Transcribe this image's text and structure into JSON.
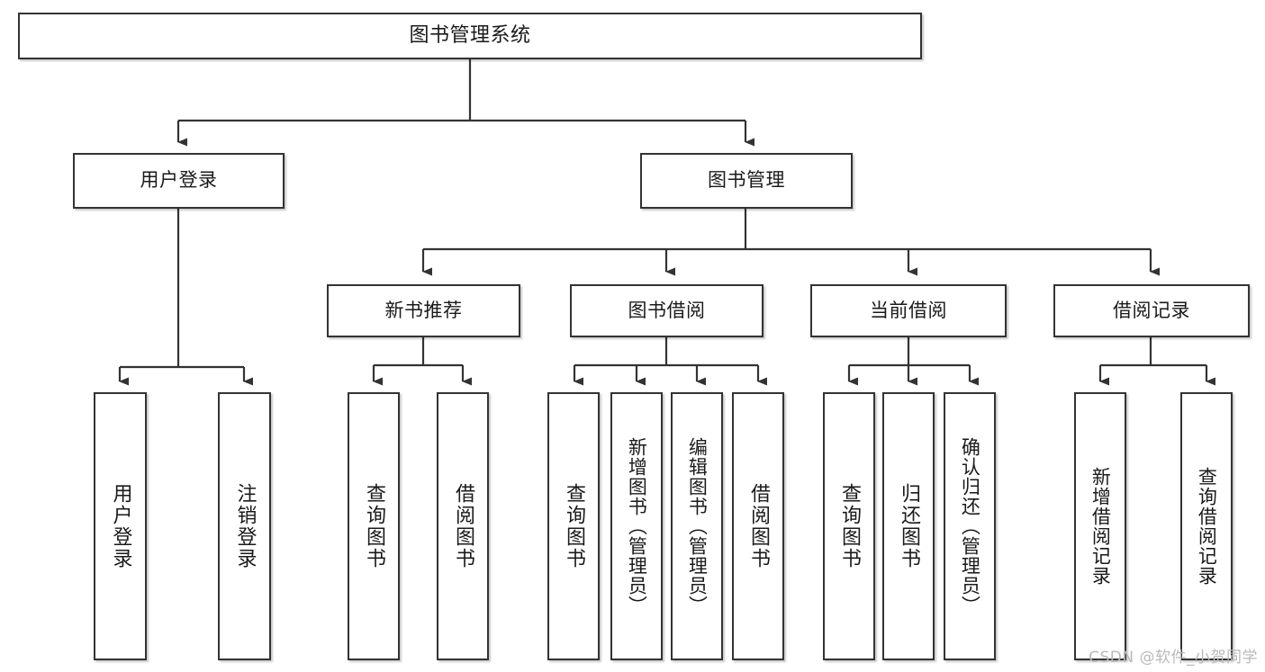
{
  "diagram": {
    "title": "图书管理系统",
    "type": "tree-hierarchy-diagram",
    "colors": {
      "box_border": "#333333",
      "box_fill": "#ffffff",
      "connector": "#333333",
      "text": "#1a1a1a",
      "watermark": "#b9b9b9",
      "background": "#ffffff"
    },
    "nodes": {
      "root": {
        "label": "图书管理系统"
      },
      "level2": [
        {
          "label": "用户登录"
        },
        {
          "label": "图书管理"
        }
      ],
      "level3": [
        {
          "label": "新书推荐"
        },
        {
          "label": "图书借阅"
        },
        {
          "label": "当前借阅"
        },
        {
          "label": "借阅记录"
        }
      ],
      "leaves": {
        "user_login": [
          {
            "label": "用户登录"
          },
          {
            "label": "注销登录"
          }
        ],
        "new_book_recommend": [
          {
            "label": "查询图书"
          },
          {
            "label": "借阅图书"
          }
        ],
        "book_borrow": [
          {
            "label": "查询图书"
          },
          {
            "label": "新增图书（管理员）"
          },
          {
            "label": "编辑图书（管理员）"
          },
          {
            "label": "借阅图书"
          }
        ],
        "current_borrow": [
          {
            "label": "查询图书"
          },
          {
            "label": "归还图书"
          },
          {
            "label": "确认归还（管理员）"
          }
        ],
        "borrow_record": [
          {
            "label": "新增借阅记录"
          },
          {
            "label": "查询借阅记录"
          }
        ]
      }
    },
    "watermark": "CSDN @软件_小贺同学"
  }
}
